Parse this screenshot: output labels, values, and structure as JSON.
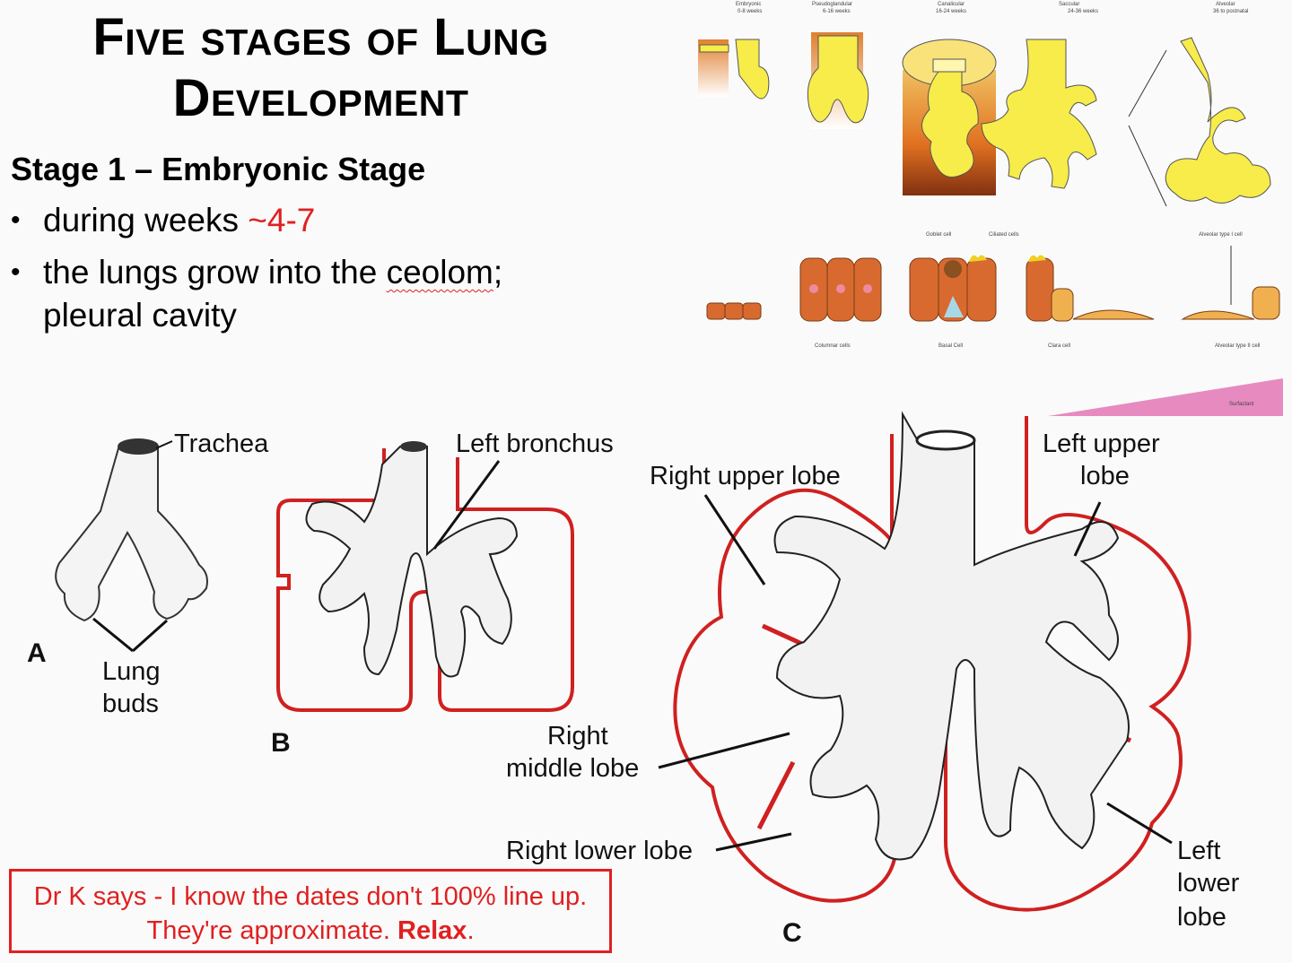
{
  "title": {
    "line1": "Five stages of Lung",
    "line2": "Development"
  },
  "stage_heading": "Stage 1 – Embryonic Stage",
  "bullets": [
    {
      "text": "during weeks ",
      "highlight": "~4-7"
    },
    {
      "line1_pre": "the lungs grow into the ",
      "line1_squiggle": "ceolom",
      "line1_post": ";",
      "line2": "pleural cavity"
    }
  ],
  "diagram_labels": {
    "trachea": "Trachea",
    "left_bronchus": "Left bronchus",
    "lung_buds_1": "Lung",
    "lung_buds_2": "buds",
    "right_upper_lobe": "Right upper lobe",
    "left_upper_lobe_1": "Left upper",
    "left_upper_lobe_2": "lobe",
    "right_middle_lobe_1": "Right",
    "right_middle_lobe_2": "middle lobe",
    "right_lower_lobe": "Right lower lobe",
    "left_lower_lobe_1": "Left",
    "left_lower_lobe_2": "lower",
    "left_lower_lobe_3": "lobe",
    "panel_a": "A",
    "panel_b": "B",
    "panel_c": "C",
    "surfactant": "Surfactant"
  },
  "note": {
    "text": "Dr K says - I know the dates don't 100% line up. They're approximate. ",
    "bold": "Relax",
    "end": "."
  },
  "colors": {
    "red_accent": "#e02020",
    "bud_yellow": "#f7ec4a",
    "tissue_orange": "#e07a30",
    "surfactant_pink": "#e68ac0"
  }
}
